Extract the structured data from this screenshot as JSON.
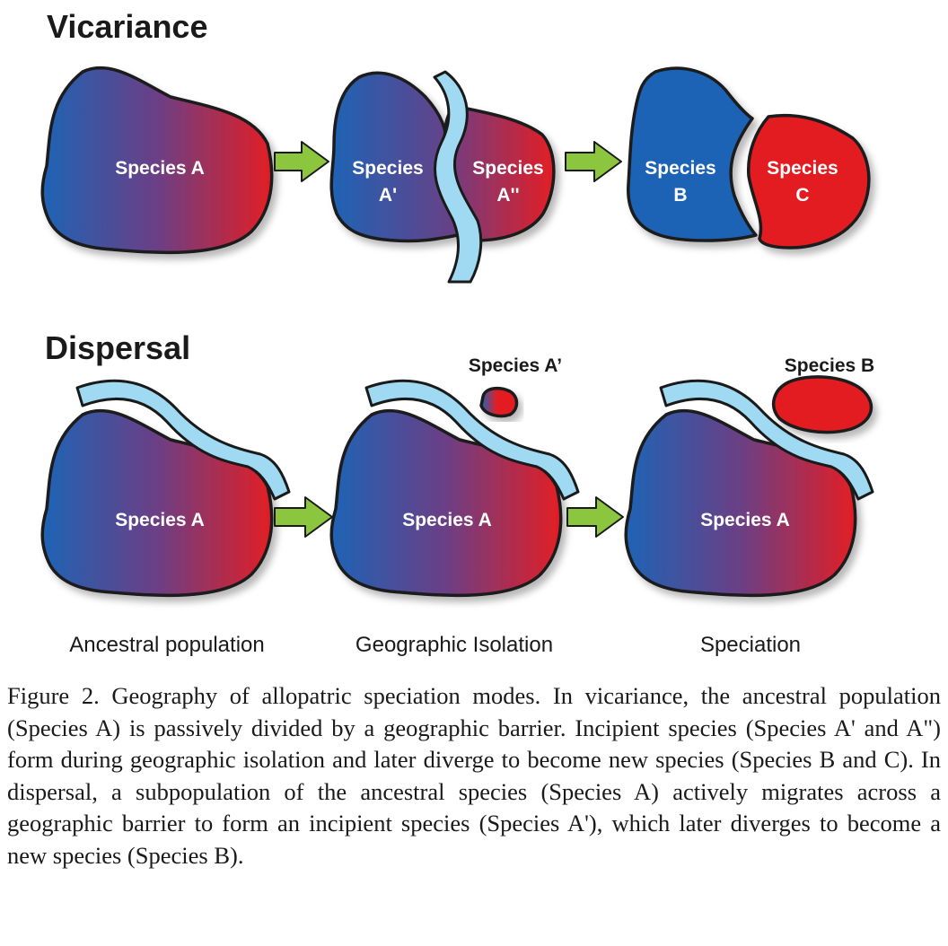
{
  "sections": {
    "vicariance": {
      "title": "Vicariance",
      "stage1": {
        "label": "Species A"
      },
      "stage2": {
        "left": [
          "Species",
          "A'"
        ],
        "right": [
          "Species",
          "A''"
        ]
      },
      "stage3": {
        "left": [
          "Species",
          "B"
        ],
        "right": [
          "Species",
          "C"
        ]
      }
    },
    "dispersal": {
      "title": "Dispersal",
      "stage1": {
        "label": "Species A"
      },
      "stage2": {
        "label": "Species A",
        "island_label": "Species A’"
      },
      "stage3": {
        "label": "Species A",
        "island_label": "Species B"
      }
    }
  },
  "stages": [
    "Ancestral population",
    "Geographic Isolation",
    "Speciation"
  ],
  "caption": "Figure 2. Geography of allopatric speciation modes. In vicariance, the ancestral population (Species A) is passively divided by a geographic barrier. Incipient species (Species A' and A\") form during geographic isolation and later diverge to become new species (Species B and C). In dispersal, a subpopulation of the ancestral species (Species A) actively migrates across a geographic barrier to form an incipient species (Species A'), which later diverges to become a new species (Species B).",
  "colors": {
    "blue": "#1e63b5",
    "red": "#e31e24",
    "purple": "#6b3f85",
    "river": "#9fd9f2",
    "arrow": "#8cc63f"
  }
}
